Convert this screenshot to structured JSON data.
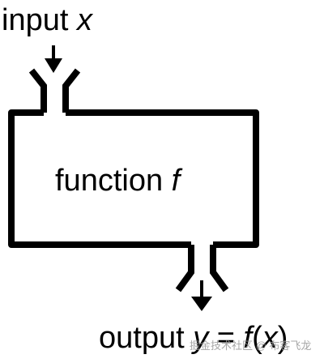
{
  "input": {
    "text": "input ",
    "var": "x"
  },
  "function": {
    "text": "function ",
    "var": "f"
  },
  "output": {
    "text": "output ",
    "var1": "y",
    "eq": " = ",
    "var2": "f",
    "paren_open": "(",
    "var3": "x",
    "paren_close": ")"
  },
  "watermark": {
    "text": "掘金技术社区 @ 布客飞龙"
  },
  "colors": {
    "stroke": "#000000",
    "background": "#ffffff"
  }
}
